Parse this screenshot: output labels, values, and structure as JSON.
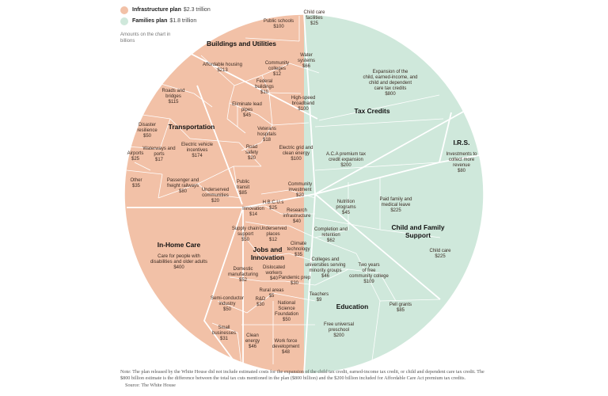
{
  "legend": {
    "infrastructure": {
      "name": "Infrastructure plan",
      "amount": "$2.3 trillion"
    },
    "families": {
      "name": "Families plan",
      "amount": "$1.8 trillion"
    },
    "note": "Amounts on the chart in billions"
  },
  "colors": {
    "infrastructure": "#f2c1a7",
    "families": "#cfe8db",
    "stroke": "#ffffff"
  },
  "footnote": {
    "text": "Note: The plan released by the White House did not include estimated costs for the expansion of the child tax credit, earned-income tax credit, or child and dependent care tax credit. The $800 billion estimate is the difference between the total tax cuts mentioned in the plan ($800 billion) and the $200 billion included for Affordable Care Act premium tax credits.",
    "source": "Source: The White House"
  },
  "chart_data": {
    "type": "treemap",
    "unit": "billions",
    "groups": [
      {
        "plan": "families",
        "name": "Tax Credits",
        "items": [
          {
            "name": "Expansion of the child, earned-income, and child and dependent care tax credits",
            "value": 800,
            "label": "$800"
          },
          {
            "name": "A.C.A premium tax credit expansion",
            "value": 200,
            "label": "$200"
          }
        ]
      },
      {
        "plan": "families",
        "name": "I.R.S.",
        "items": [
          {
            "name": "Investments to collect more revenue",
            "value": 80,
            "label": "$80"
          }
        ]
      },
      {
        "plan": "families",
        "name": "Child and Family Support",
        "items": [
          {
            "name": "Nutrition programs",
            "value": 45,
            "label": "$45"
          },
          {
            "name": "Paid family and medical leave",
            "value": 225,
            "label": "$225"
          },
          {
            "name": "Child care",
            "value": 225,
            "label": "$225"
          }
        ]
      },
      {
        "plan": "families",
        "name": "Education",
        "items": [
          {
            "name": "Completion and retention",
            "value": 62,
            "label": "$62"
          },
          {
            "name": "Colleges and universities serving minority groups",
            "value": 46,
            "label": "$46"
          },
          {
            "name": "Two years of free community college",
            "value": 109,
            "label": "$109"
          },
          {
            "name": "Teachers",
            "value": 9,
            "label": "$9"
          },
          {
            "name": "Pell grants",
            "value": 85,
            "label": "$85"
          },
          {
            "name": "Free universal preschool",
            "value": 200,
            "label": "$200"
          }
        ]
      },
      {
        "plan": "infrastructure",
        "name": "Buildings and Utilities",
        "items": [
          {
            "name": "Public schools",
            "value": 100,
            "label": "$100"
          },
          {
            "name": "Child care facilities",
            "value": 25,
            "label": "$25"
          },
          {
            "name": "Affordable housing",
            "value": 213,
            "label": "$213"
          },
          {
            "name": "Water systems",
            "value": 66,
            "label": "$66"
          },
          {
            "name": "Community colleges",
            "value": 12,
            "label": "$12"
          },
          {
            "name": "Federal buildings",
            "value": 10,
            "label": "$10"
          },
          {
            "name": "High-speed broadband",
            "value": 100,
            "label": "$100"
          },
          {
            "name": "Eliminate lead pipes",
            "value": 45,
            "label": "$45"
          },
          {
            "name": "Veterans hospitals",
            "value": 18,
            "label": "$18"
          },
          {
            "name": "Electric grid and clean energy",
            "value": 100,
            "label": "$100"
          }
        ]
      },
      {
        "plan": "infrastructure",
        "name": "Transportation",
        "items": [
          {
            "name": "Roads and bridges",
            "value": 115,
            "label": "$115"
          },
          {
            "name": "Disaster resilience",
            "value": 50,
            "label": "$50"
          },
          {
            "name": "Electric vehicle incentives",
            "value": 174,
            "label": "$174"
          },
          {
            "name": "Waterways and ports",
            "value": 17,
            "label": "$17"
          },
          {
            "name": "Airports",
            "value": 25,
            "label": "$25"
          },
          {
            "name": "Road safety",
            "value": 20,
            "label": "$20"
          },
          {
            "name": "Other",
            "value": 35,
            "label": "$35"
          },
          {
            "name": "Passenger and freight railways",
            "value": 80,
            "label": "$80"
          },
          {
            "name": "Public transit",
            "value": 85,
            "label": "$85"
          },
          {
            "name": "Underserved communities",
            "value": 20,
            "label": "$20"
          }
        ]
      },
      {
        "plan": "infrastructure",
        "name": "In-Home Care",
        "items": [
          {
            "name": "Care for people with disabilities and older adults",
            "value": 400,
            "label": "$400"
          }
        ]
      },
      {
        "plan": "infrastructure",
        "name": "Jobs and Innovation",
        "items": [
          {
            "name": "Community investment",
            "value": 20,
            "label": "$20"
          },
          {
            "name": "H.B.C.U.s",
            "value": 25,
            "label": "$25"
          },
          {
            "name": "Innovation",
            "value": 14,
            "label": "$14"
          },
          {
            "name": "Research infrastructure",
            "value": 40,
            "label": "$40"
          },
          {
            "name": "Supply chain support",
            "value": 50,
            "label": "$50"
          },
          {
            "name": "Underserved places",
            "value": 12,
            "label": "$12"
          },
          {
            "name": "Climate technology",
            "value": 35,
            "label": "$35"
          },
          {
            "name": "Domestic manufacturing",
            "value": 52,
            "label": "$52"
          },
          {
            "name": "Dislocated workers",
            "value": 40,
            "label": "$40"
          },
          {
            "name": "Pandemic prep",
            "value": 30,
            "label": "$30"
          },
          {
            "name": "Semi-conductor industry",
            "value": 50,
            "label": "$50"
          },
          {
            "name": "R&D",
            "value": 30,
            "label": "$30"
          },
          {
            "name": "Rural areas",
            "value": 5,
            "label": "$5"
          },
          {
            "name": "National Science Foundation",
            "value": 50,
            "label": "$50"
          },
          {
            "name": "Small businesses",
            "value": 31,
            "label": "$31"
          },
          {
            "name": "Clean energy",
            "value": 46,
            "label": "$46"
          },
          {
            "name": "Work force development",
            "value": 48,
            "label": "$48"
          }
        ]
      }
    ]
  }
}
